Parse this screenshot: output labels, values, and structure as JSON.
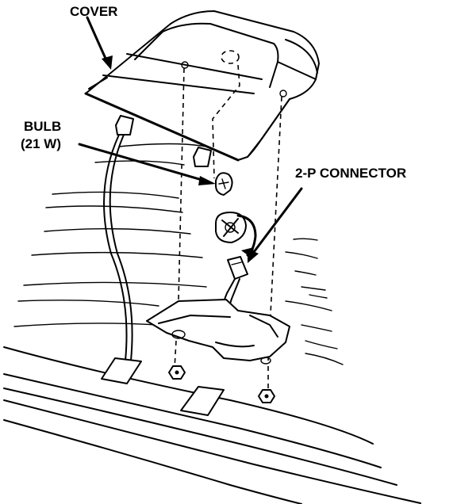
{
  "labels": {
    "cover": "COVER",
    "bulb_line1": "BULB",
    "bulb_line2": "(21 W)",
    "connector": "2-P CONNECTOR"
  }
}
